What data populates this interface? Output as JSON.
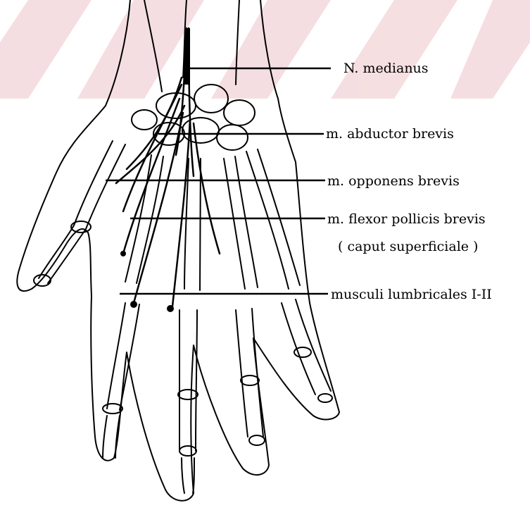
{
  "labels": {
    "median_nerve": "N. medianus",
    "abductor": "m. abductor brevis",
    "opponens": "m. opponens brevis",
    "flexor": "m. flexor pollicis brevis",
    "flexor_sub": "( caput superficiale )",
    "lumbricales": "musculi lumbricales I-II"
  },
  "colors": {
    "watermark": "#f4d9dc",
    "ink": "#000000"
  }
}
